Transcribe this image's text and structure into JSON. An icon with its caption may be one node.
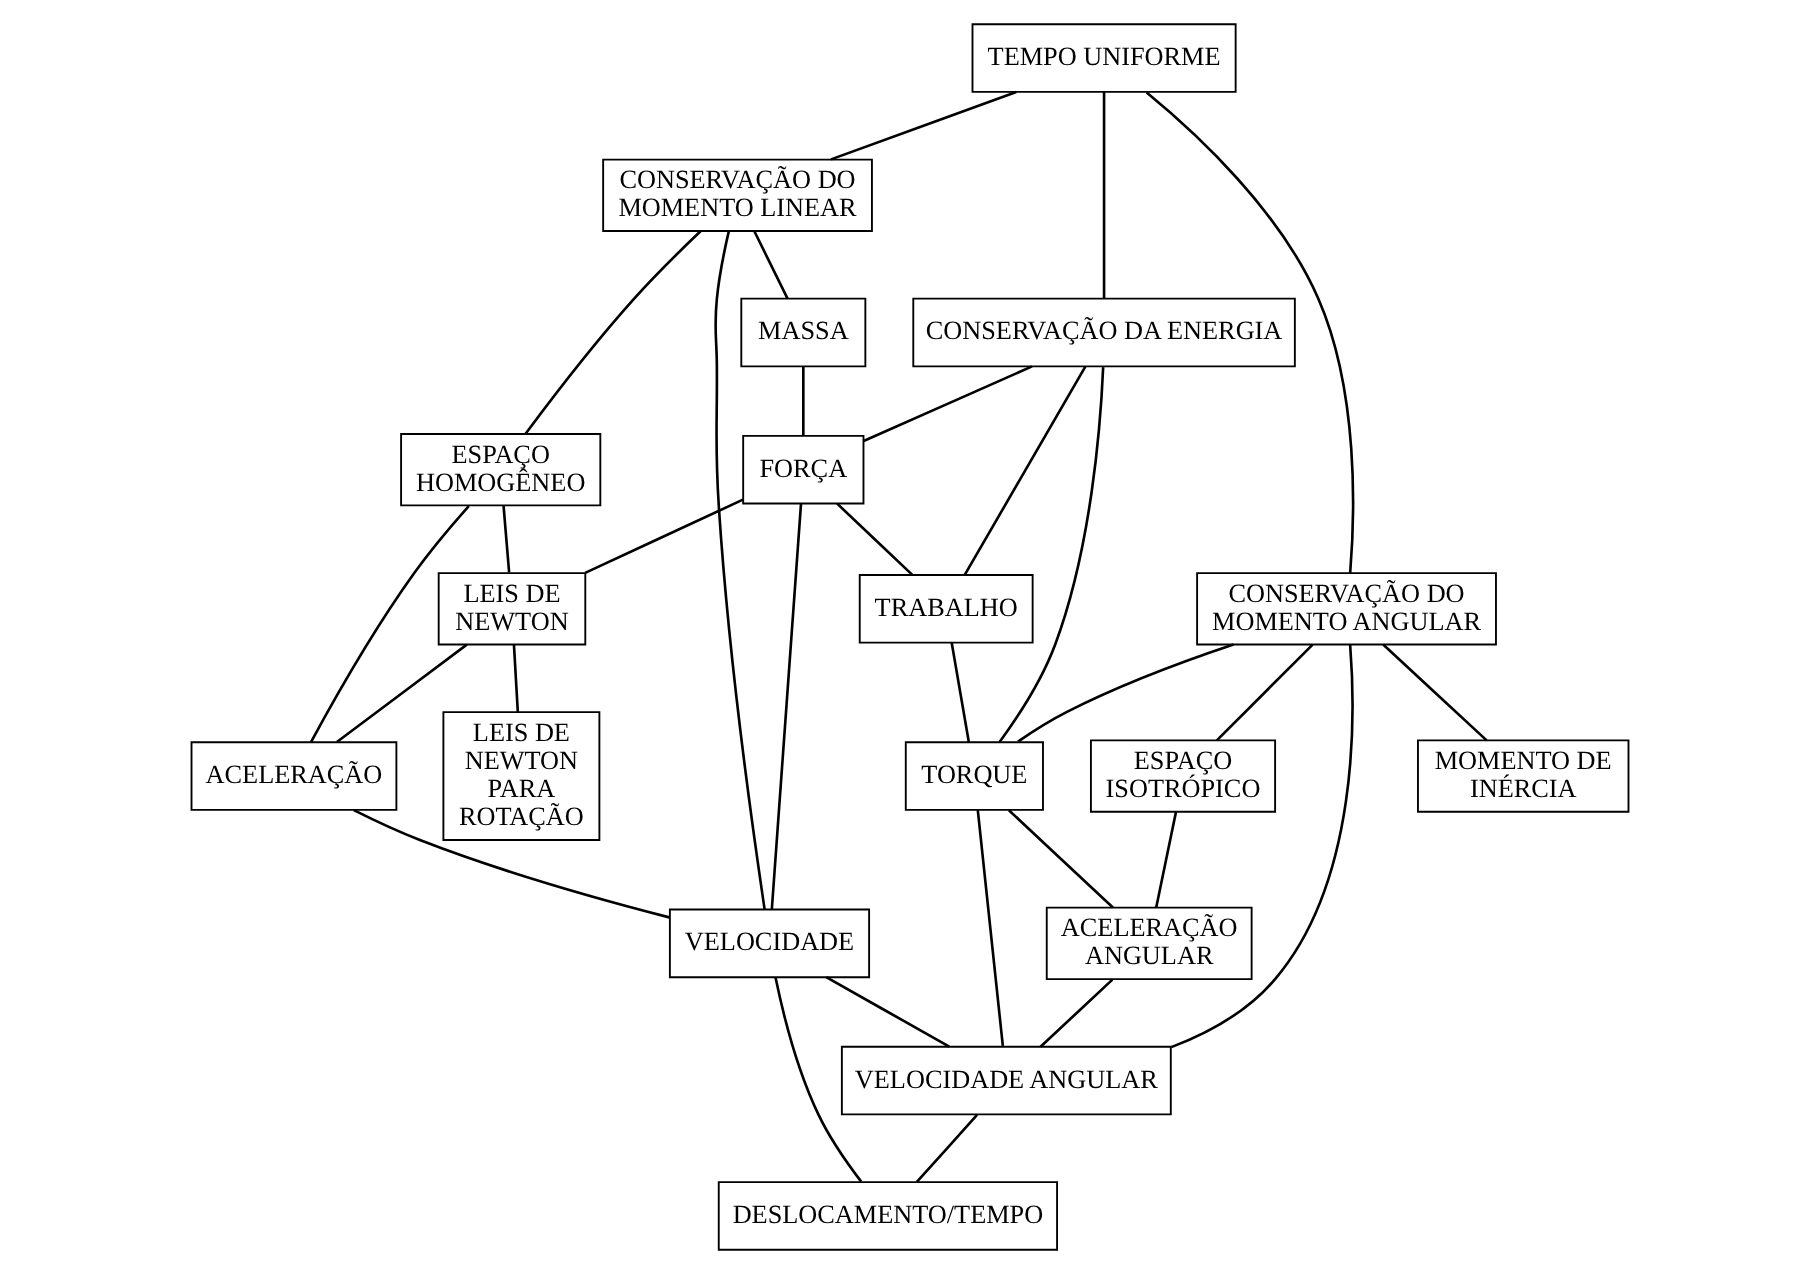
{
  "diagram": {
    "nodes": [
      {
        "text": [
          "TEMPO UNIFORME"
        ]
      },
      {
        "text": [
          "CONSERVAÇÃO DO MOMENTO LINEAR"
        ]
      },
      {
        "text": [
          "CONSERVAÇÃO DA ENERGIA"
        ]
      },
      {
        "text": [
          "CONSERVAÇÃO DO MOMENTO ANGULAR"
        ]
      },
      {
        "text": [
          "MASSA"
        ]
      },
      {
        "text": [
          "MOMENTO DE INÉRCIA"
        ]
      },
      {
        "text": [
          "FORÇA"
        ]
      },
      {
        "text": [
          "TRABALHO"
        ]
      },
      {
        "text": [
          "TORQUE"
        ]
      },
      {
        "text": [
          "ESPAÇO HOMOGÊNEO"
        ]
      },
      {
        "text": [
          "ESPAÇO ISOTRÓPICO"
        ]
      },
      {
        "text": [
          "LEIS DE NEWTON"
        ]
      },
      {
        "text": [
          "LEIS DE NEWTON PARA ROTAÇÃO"
        ]
      },
      {
        "text": [
          "ACELERAÇÃO"
        ]
      },
      {
        "text": [
          "ACELERAÇÃO ANGULAR"
        ]
      },
      {
        "text": [
          "VELOCIDADE"
        ]
      },
      {
        "text": [
          "VELOCIDADE ANGULAR"
        ]
      },
      {
        "text": [
          "DESLOCAMENTO/TEMPO"
        ]
      }
    ],
    "edges": [
      {
        "from": 0,
        "to": 1,
        "arrow": "none"
      },
      {
        "from": 0,
        "to": 2,
        "arrow": "none"
      },
      {
        "from": 0,
        "to": 3,
        "arrow": "none"
      },
      {
        "from": 1,
        "to": 4,
        "arrow": "none"
      },
      {
        "from": 1,
        "to": 9,
        "arrow": "none"
      },
      {
        "from": 1,
        "to": 15,
        "arrow": "none"
      },
      {
        "from": 2,
        "to": 6,
        "arrow": "none"
      },
      {
        "from": 2,
        "to": 7,
        "arrow": "none"
      },
      {
        "from": 2,
        "to": 8,
        "arrow": "none"
      },
      {
        "from": 3,
        "to": 5,
        "arrow": "none"
      },
      {
        "from": 3,
        "to": 8,
        "arrow": "none"
      },
      {
        "from": 3,
        "to": 16,
        "arrow": "none"
      },
      {
        "from": 3,
        "to": 10,
        "arrow": "none"
      },
      {
        "from": 4,
        "to": 6,
        "arrow": "none"
      },
      {
        "from": 6,
        "to": 7,
        "arrow": "none"
      },
      {
        "from": 6,
        "to": 11,
        "arrow": "none"
      },
      {
        "from": 6,
        "to": 15,
        "arrow": "none"
      },
      {
        "from": 7,
        "to": 8,
        "arrow": "none"
      },
      {
        "from": 8,
        "to": 16,
        "arrow": "none"
      },
      {
        "from": 8,
        "to": 14,
        "arrow": "none"
      },
      {
        "from": 9,
        "to": 11,
        "arrow": "none"
      },
      {
        "from": 9,
        "to": 13,
        "arrow": "none"
      },
      {
        "from": 11,
        "to": 13,
        "arrow": "none"
      },
      {
        "from": 11,
        "to": 12,
        "arrow": "none"
      },
      {
        "from": 10,
        "to": 14,
        "arrow": "none"
      },
      {
        "from": 13,
        "to": 15,
        "arrow": "none"
      },
      {
        "from": 14,
        "to": 16,
        "arrow": "none"
      },
      {
        "from": 15,
        "to": 16,
        "arrow": "none"
      },
      {
        "from": 15,
        "to": 17,
        "arrow": "none"
      },
      {
        "from": 16,
        "to": 17,
        "arrow": "none"
      }
    ]
  }
}
